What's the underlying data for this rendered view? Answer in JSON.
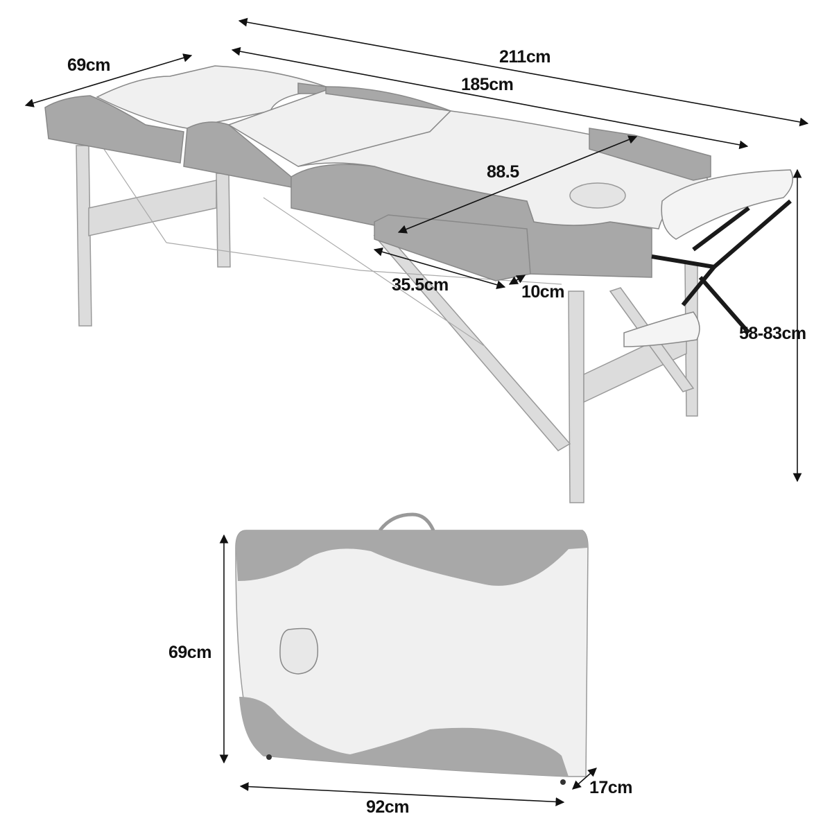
{
  "diagram": {
    "subject": "Folding massage table with dimensions",
    "colors": {
      "dark_panel": "#a8a8a8",
      "light_panel": "#f0f0f0",
      "frame": "#d8d8d8",
      "arrow": "#111111",
      "bracket": "#1a1a1a"
    },
    "open_table": {
      "labels": {
        "width": "69cm",
        "overall_length": "211cm",
        "table_length": "185cm",
        "armrest_span": "88.5",
        "armrest_length": "35.5cm",
        "armrest_width": "10cm",
        "height": "58-83cm"
      }
    },
    "folded_case": {
      "labels": {
        "height": "69cm",
        "width": "92cm",
        "depth": "17cm"
      }
    }
  }
}
